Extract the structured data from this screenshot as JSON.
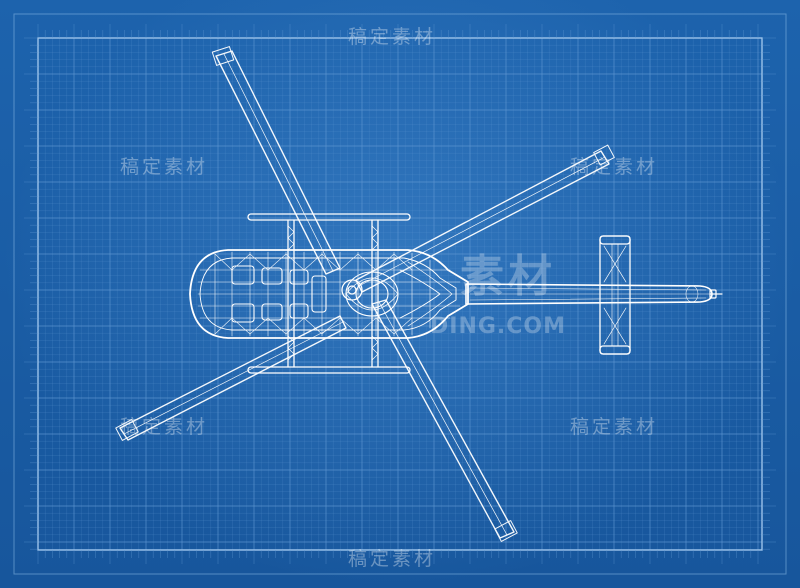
{
  "watermarks": {
    "top": "稿定素材",
    "mid_left": "稿定素材",
    "mid_right": "稿定素材",
    "center": "素材",
    "center_url": "DING.COM",
    "lower_left": "稿定素材",
    "lower_right": "稿定素材",
    "bottom": "稿定素材"
  },
  "colors": {
    "background": "#1b5fa8",
    "grid_line": "#5f97d2",
    "drawing_line": "#ffffff"
  }
}
